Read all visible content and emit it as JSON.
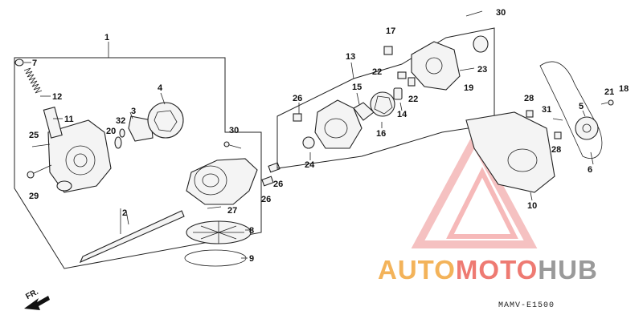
{
  "diagram_code": "MAMV-E1500",
  "front_marker": "FR.",
  "watermark": {
    "part1": "AUTO",
    "part2": "MOTO",
    "part3": "HUB"
  },
  "colors": {
    "watermark_orange": "#f3b35a",
    "watermark_red": "#ee7a72",
    "watermark_gray": "#9a9a9a",
    "line": "#222222"
  },
  "callouts": {
    "n1": "1",
    "n2": "2",
    "n3": "3",
    "n4": "4",
    "n5": "5",
    "n6": "6",
    "n7": "7",
    "n8": "8",
    "n9": "9",
    "n10": "10",
    "n11": "11",
    "n12": "12",
    "n13": "13",
    "n14": "14",
    "n15": "15",
    "n16": "16",
    "n17": "17",
    "n18": "18",
    "n19": "19",
    "n20": "20",
    "n21": "21",
    "n22a": "22",
    "n22b": "22",
    "n23": "23",
    "n24": "24",
    "n25": "25",
    "n26a": "26",
    "n26b": "26",
    "n26c": "26",
    "n27": "27",
    "n28a": "28",
    "n28b": "28",
    "n29": "29",
    "n30a": "30",
    "n30b": "30",
    "n31": "31",
    "n32": "32"
  }
}
